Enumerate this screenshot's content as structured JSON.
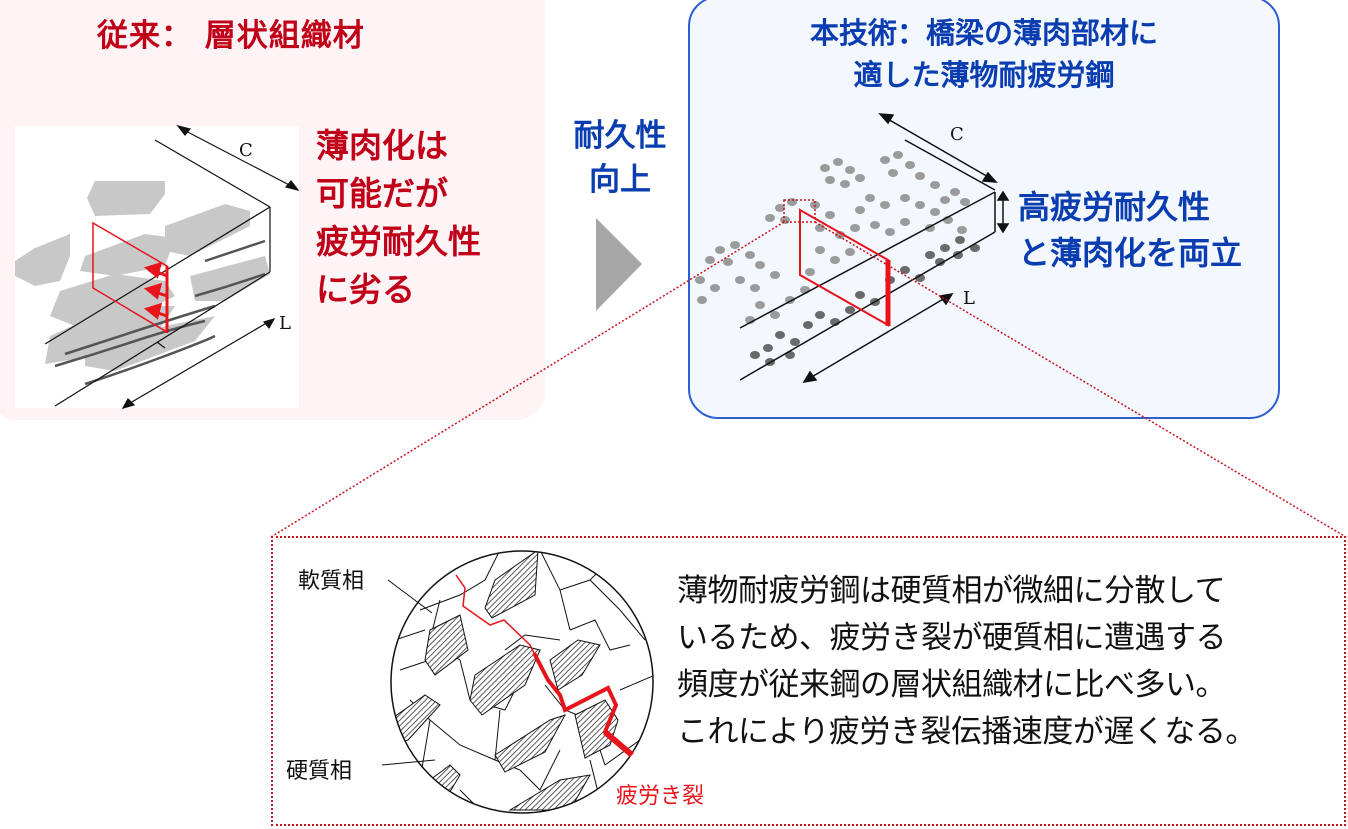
{
  "conventional": {
    "title": "従来： 層状組織材",
    "note_lines": [
      "薄肉化は",
      "可能だが",
      "疲労耐久性",
      "に劣る"
    ],
    "axis_c": "C",
    "axis_l": "L"
  },
  "transition": {
    "label_lines": [
      "耐久性",
      "向上"
    ],
    "arrow_icon": "triangle-right"
  },
  "new_technology": {
    "title_lines": [
      "本技術：橋梁の薄肉部材に",
      "適した薄物耐疲労鋼"
    ],
    "note_lines": [
      "高疲労耐久性",
      "と薄肉化を両立"
    ],
    "axis_c": "C",
    "axis_l": "L"
  },
  "detail": {
    "soft_phase_label": "軟質相",
    "hard_phase_label": "硬質相",
    "crack_label": "疲労き裂",
    "description_lines": [
      "薄物耐疲労鋼は硬質相が微細に分散して",
      "いるため、疲労き裂が硬質相に遭遇する",
      "頻度が従来鋼の層状組織材に比べ多い。",
      "これにより疲労き裂伝播速度が遅くなる。"
    ]
  },
  "colors": {
    "conventional_accent": "#c00018",
    "conventional_bg": "#fff4f5",
    "new_accent": "#0a3db0",
    "new_border": "#2e5fd0",
    "new_bg": "#f3f7fe",
    "crack_red": "#e8141c",
    "arrow_gray": "#a6a6a6",
    "callout_dotted": "#c8141c"
  }
}
